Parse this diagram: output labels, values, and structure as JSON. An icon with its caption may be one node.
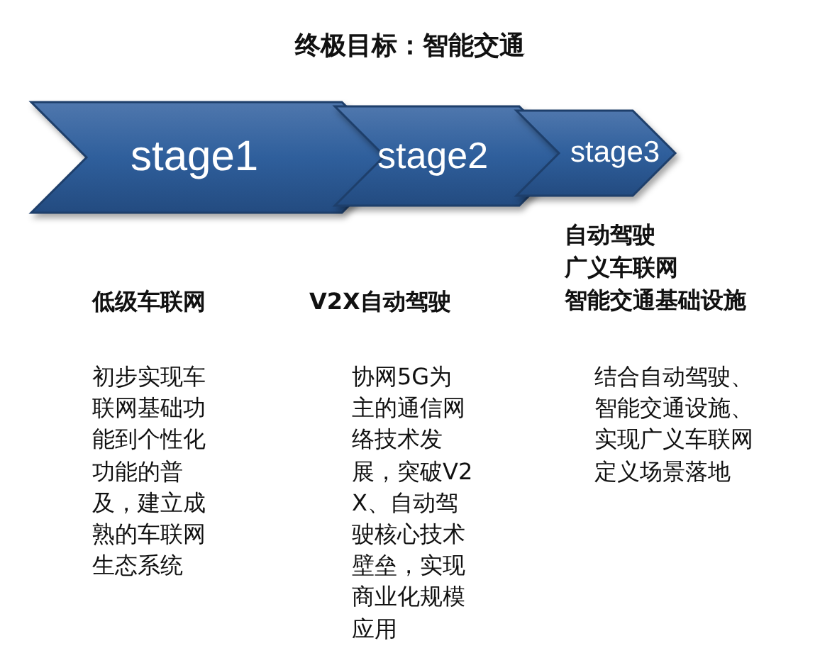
{
  "diagram": {
    "title": "终极目标：智能交通",
    "nodes": [
      {
        "text": [
          "stage1"
        ]
      },
      {
        "text": [
          "stage2"
        ]
      },
      {
        "text": [
          "stage3"
        ]
      }
    ],
    "labels": [
      "自动驾驶",
      "广义车联网",
      "智能交通基础设施",
      "低级车联网",
      "V2X自动驾驶",
      "初步实现车联网基础功能到个性化功能的普及，建立成熟的车联网生态系统",
      "协网5G为主的通信网络技术发展，突破V2X、自动驾驶核心技术壁垒，实现商业化规模应用",
      "结合自动驾驶、智能交通设施、实现广义车联网定义场景落地"
    ]
  }
}
